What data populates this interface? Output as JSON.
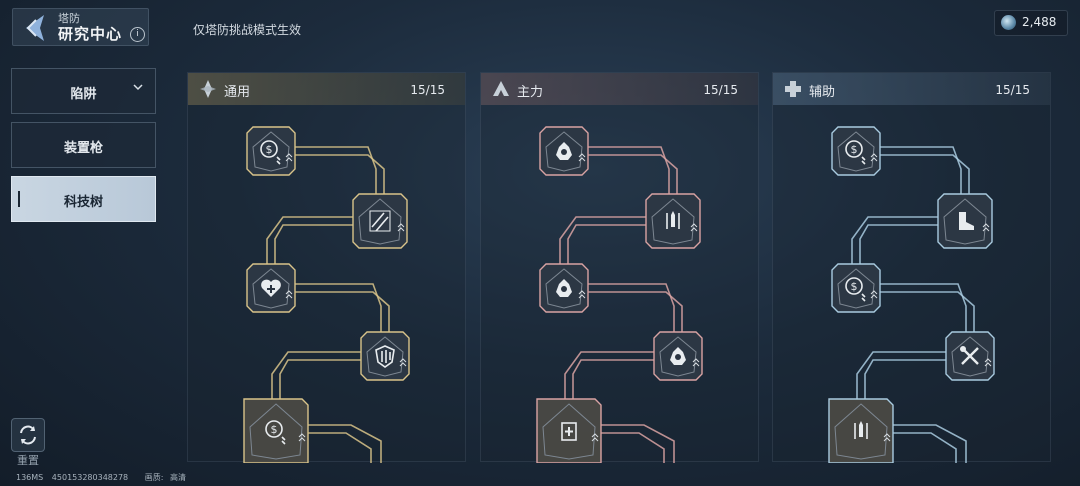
{
  "header": {
    "category": "塔防",
    "title": "研究中心",
    "info_label": "i",
    "note": "仅塔防挑战模式生效"
  },
  "currency": {
    "value": "2,488",
    "icon": "crystal-coin-icon"
  },
  "sidebar": {
    "items": [
      {
        "label": "陷阱",
        "has_dropdown": true,
        "active": false
      },
      {
        "label": "装置枪",
        "has_dropdown": false,
        "active": false
      },
      {
        "label": "科技树",
        "has_dropdown": false,
        "active": true
      }
    ],
    "reset_label": "重置"
  },
  "footer": {
    "latency": "136MS",
    "id": "450153280348278",
    "quality_label": "画质:",
    "quality_value": "高清"
  },
  "panels": [
    {
      "name": "通用",
      "count": "15/15",
      "icon": "diamond-star-icon",
      "accent": "#d9c48a",
      "nodes": [
        "coin-upgrade-icon",
        "slash-damage-icon",
        "heart-plus-icon",
        "shield-icon",
        "coin-wrench-icon"
      ]
    },
    {
      "name": "主力",
      "count": "15/15",
      "icon": "triangle-icon",
      "accent": "#d9a3a3",
      "nodes": [
        "armor-upgrade-icon",
        "sword-icon",
        "armor-upgrade-icon",
        "armor-upgrade-icon",
        "battery-plus-icon"
      ]
    },
    {
      "name": "辅助",
      "count": "15/15",
      "icon": "cross-plus-icon",
      "accent": "#a9cbe0",
      "nodes": [
        "coin-upgrade-icon",
        "boot-icon",
        "coin-wrench-icon",
        "wrench-cross-icon",
        "sword-icon"
      ]
    }
  ]
}
